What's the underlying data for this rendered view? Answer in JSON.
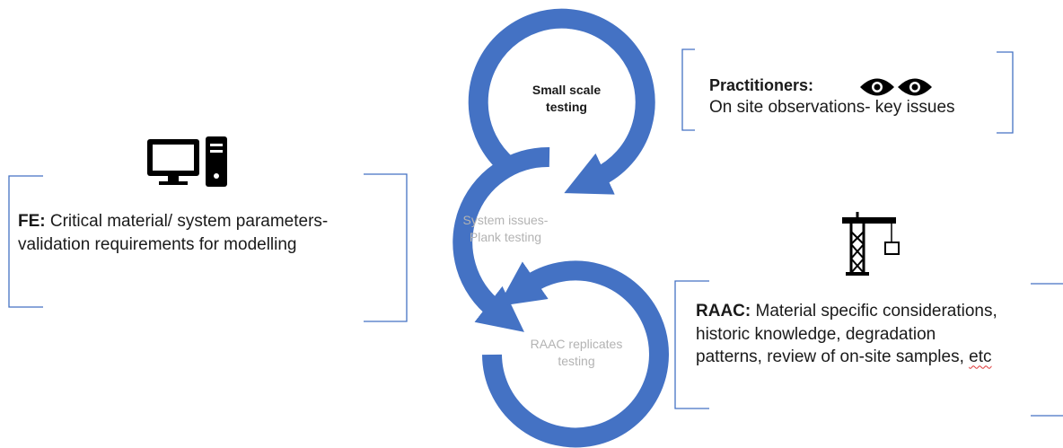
{
  "loops": {
    "top_label_line1": "Small scale",
    "top_label_line2": "testing",
    "middle_label_line1": "System issues-",
    "middle_label_line2": "Plank testing",
    "bottom_label_line1": "RAAC replicates",
    "bottom_label_line2": "testing",
    "color": "#4472c4"
  },
  "practitioners": {
    "heading": "Practitioners:",
    "text": "On site observations- key issues",
    "icon": "eyes-icon"
  },
  "fe": {
    "heading": "FE:",
    "text_line1": " Critical material/ system parameters-",
    "text_line2": "validation requirements for modelling",
    "icon": "computer-icon"
  },
  "raac": {
    "heading": "RAAC:",
    "text_line1": " Material specific considerations,",
    "text_line2": "historic knowledge, degradation",
    "text_line3": "patterns, review of on-site samples, ",
    "text_spell": "etc",
    "icon": "crane-icon"
  },
  "colors": {
    "bracket": "#4472c4",
    "text": "#1a1a1a",
    "muted": "#b3b3b3"
  }
}
